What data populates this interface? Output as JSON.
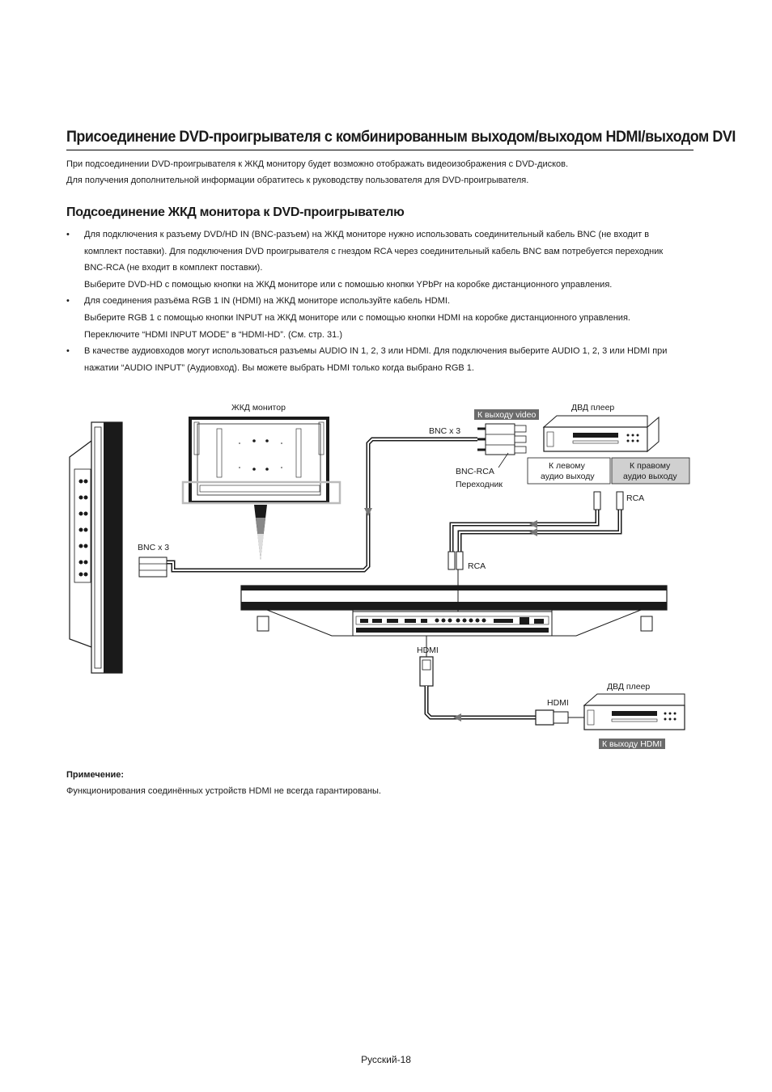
{
  "title": "Присоединение DVD-проигрывателя с комбинированным выходом/выходом HDMI/выходом DVI",
  "intro": [
    "При подсоединении DVD-проигрывателя к ЖКД монитору будет возможно отображать видеоизображения с DVD-дисков.",
    "Для получения дополнительной информации обратитесь к руководству пользователя для DVD-проигрывателя."
  ],
  "subtitle": "Подсоединение ЖКД монитора к DVD-проигрывателю",
  "bullet_char": "•",
  "bullets": [
    {
      "lines": [
        "Для подключения к разъему DVD/HD IN (BNC-разъем) на ЖКД мониторе нужно использовать соединительный кабель BNC (не входит в",
        "комплект поставки). Для подключения DVD проигрывателя с гнездом RCA через соединительный кабель BNC вам потребуется переходник",
        "BNC-RCA (не входит в комплект поставки).",
        "Выберите DVD-HD с помощью кнопки на ЖКД мониторе или с помошью кнопки YPbPr на коробке дистанционного управления."
      ]
    },
    {
      "lines": [
        "Для соединения разъёма RGB 1 IN (HDMI) на ЖКД мониторе используйте кабель HDMI.",
        "Выберите RGB 1 с помощью кнопки INPUT на ЖКД мониторе или с помощью кнопки HDMI на коробке дистанционного управления.",
        "Переключите “HDMI INPUT MODE” в “HDMI-HD”. (См. стр. 31.)"
      ]
    },
    {
      "lines": [
        "В качестве аудиовходов могут  использоваться разъемы AUDIO IN 1, 2, 3 или HDMI. Для подключения выберите AUDIO 1, 2, 3 или HDMI при",
        "нажатии “AUDIO INPUT” (Аудиовход). Вы можете выбрать HDMI только когда выбрано RGB 1."
      ]
    }
  ],
  "diagram": {
    "lcd_monitor": "ЖКД монитор",
    "dvd_player_top": "ДВД плеер",
    "video_out": "К выходу video",
    "bnc_x3_top": "BNC x 3",
    "bnc_x3_left": "BNC x 3",
    "bnc_rca_line1": "BNC-RCA",
    "bnc_rca_line2": "Переходник",
    "left_audio_line1": "К левому",
    "left_audio_line2": "аудио выходу",
    "right_audio_line1": "К правому",
    "right_audio_line2": "аудио выходу",
    "rca_right": "RCA",
    "rca_left": "RCA",
    "hdmi_top": "HDMI",
    "hdmi_bottom": "HDMI",
    "dvd_player_bottom": "ДВД плеер",
    "hdmi_out": "К выходу HDMI",
    "colors": {
      "dark": "#1a1a1a",
      "label_bg": "#6b6b6b",
      "box_gray": "#d0d0d0",
      "highlight": "#bbbbbb"
    }
  },
  "note": {
    "title": "Примечение:",
    "text": "Функционирования соединённых устройств HDMI не всегда гарантированы."
  },
  "footer": "Русский-18"
}
